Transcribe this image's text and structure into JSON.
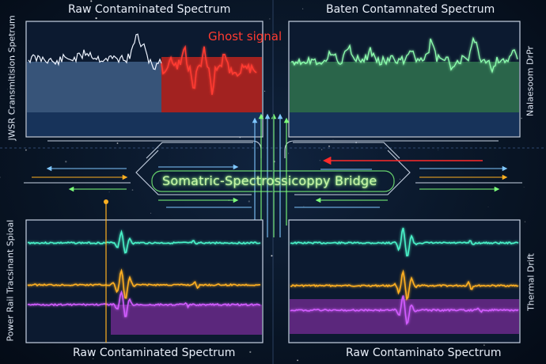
{
  "titles": {
    "top_left": "Raw Contaminated Spectrum",
    "top_right": "Baten Contamnated Spectrum",
    "bottom_left": "Raw Contaminated Spectrum",
    "bottom_right": "Raw Contaminato Spectrum"
  },
  "side_labels": {
    "top_left": "JWSR Cransmitision Spetrum",
    "top_right": "Nalaesoom DrPr",
    "bottom_left": "Power Rail Tracsinant Spioal",
    "bottom_right": "Thermal Drift"
  },
  "annotations": {
    "ghost": "Ghost signal",
    "bridge": "Somatric-Spectrossicoppy Bridge"
  },
  "colors": {
    "ghost": "#ff3b30",
    "bridge": "#7dff7a",
    "trace_cyan": "#4af2c8",
    "trace_amber": "#ffb020",
    "trace_violet": "#d25cff",
    "arrow_blue": "#7fc7ff",
    "arrow_red": "#ff2a2a"
  }
}
